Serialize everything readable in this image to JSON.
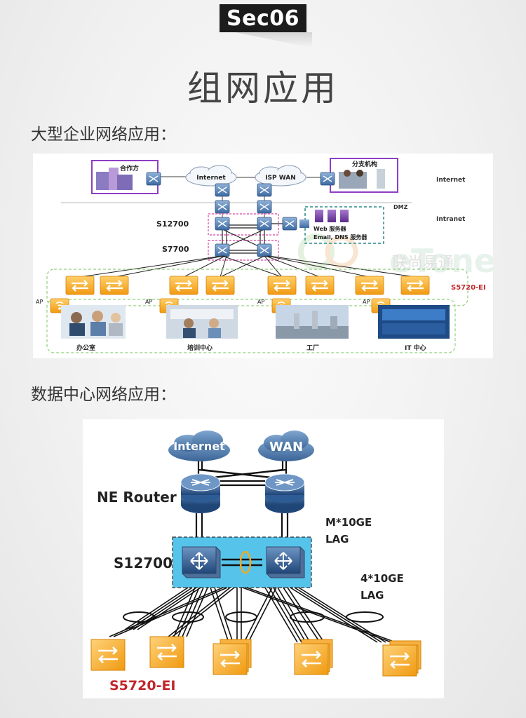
{
  "header": {
    "section_tag": "Sec06",
    "title": "组网应用"
  },
  "enterprise": {
    "label": "大型企业网络应用：",
    "partner": "合作方",
    "branch": "分支机构",
    "internet_cloud": "Internet",
    "isp_wan": "ISP WAN",
    "zone_internet": "Internet",
    "zone_dmz": "DMZ",
    "zone_intranet": "Intranet",
    "core_switch": "S12700",
    "agg_switch": "S7700",
    "web_server": "Web 服务器",
    "email_dns": "Email, DNS 服务器",
    "access_switch": "S5720-EI",
    "ap": "AP",
    "site_office": "办公室",
    "site_training": "培训中心",
    "site_factory": "工厂",
    "site_it": "IT 中心",
    "watermark_cn": "联尚易通",
    "watermark_en": "eTone"
  },
  "datacenter": {
    "label": "数据中心网络应用：",
    "internet_cloud": "Internet",
    "wan_cloud": "WAN",
    "router_label": "NE Router",
    "core_label": "S12700",
    "lag_top_line1": "M*10GE",
    "lag_top_line2": "LAG",
    "lag_bottom_line1": "4*10GE",
    "lag_bottom_line2": "LAG",
    "access_label": "S5720-EI"
  }
}
